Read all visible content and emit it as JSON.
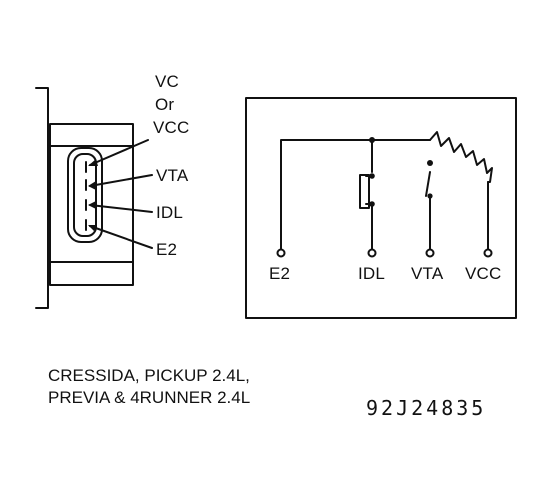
{
  "connector_labels": {
    "vc": "VC",
    "or": "Or",
    "vcc": "VCC",
    "vta": "VTA",
    "idl": "IDL",
    "e2": "E2"
  },
  "schematic_labels": {
    "e2": "E2",
    "idl": "IDL",
    "vta": "VTA",
    "vcc": "VCC"
  },
  "caption": {
    "line1": "CRESSIDA, PICKUP 2.4L,",
    "line2": "PREVIA & 4RUNNER 2.4L"
  },
  "figure_code": "92J24835"
}
